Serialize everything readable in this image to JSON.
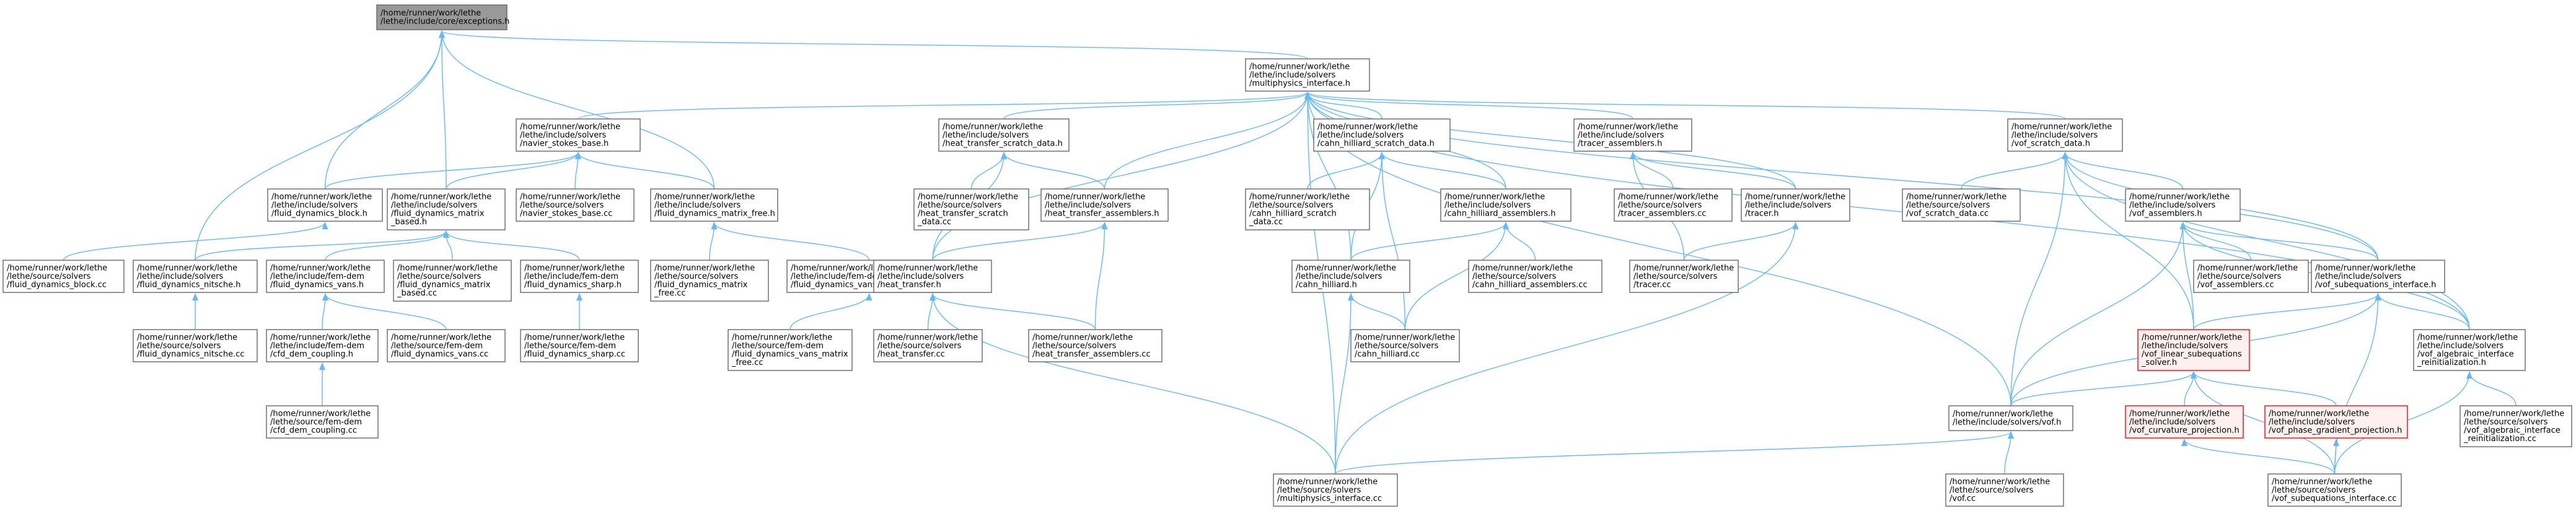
{
  "colors": {
    "edge": "#63b8ff",
    "node_border": "#666666",
    "node_fill": "#ffffff",
    "root_fill": "#999999",
    "root_border": "#666666",
    "flagged_border": "#ff0000",
    "flagged_fill": "#fff0f0",
    "text": "#000000"
  },
  "nodes": [
    {
      "id": "exceptions_h",
      "lines": [
        "/home/runner/work/lethe",
        "/lethe/include/core/exceptions.h"
      ],
      "style": "root"
    },
    {
      "id": "multiphysics_interface_h",
      "lines": [
        "/home/runner/work/lethe",
        "/lethe/include/solvers",
        "/multiphysics_interface.h"
      ]
    },
    {
      "id": "navier_stokes_base_h",
      "lines": [
        "/home/runner/work/lethe",
        "/lethe/include/solvers",
        "/navier_stokes_base.h"
      ]
    },
    {
      "id": "heat_transfer_scratch_data_h",
      "lines": [
        "/home/runner/work/lethe",
        "/lethe/include/solvers",
        "/heat_transfer_scratch_data.h"
      ]
    },
    {
      "id": "cahn_hilliard_scratch_data_h",
      "lines": [
        "/home/runner/work/lethe",
        "/lethe/include/solvers",
        "/cahn_hilliard_scratch_data.h"
      ]
    },
    {
      "id": "tracer_assemblers_h",
      "lines": [
        "/home/runner/work/lethe",
        "/lethe/include/solvers",
        "/tracer_assemblers.h"
      ]
    },
    {
      "id": "vof_scratch_data_h",
      "lines": [
        "/home/runner/work/lethe",
        "/lethe/include/solvers",
        "/vof_scratch_data.h"
      ]
    },
    {
      "id": "fluid_dynamics_block_h",
      "lines": [
        "/home/runner/work/lethe",
        "/lethe/include/solvers",
        "/fluid_dynamics_block.h"
      ]
    },
    {
      "id": "fluid_dynamics_matrix_based_h",
      "lines": [
        "/home/runner/work/lethe",
        "/lethe/include/solvers",
        "/fluid_dynamics_matrix",
        "_based.h"
      ]
    },
    {
      "id": "navier_stokes_base_cc",
      "lines": [
        "/home/runner/work/lethe",
        "/lethe/source/solvers",
        "/navier_stokes_base.cc"
      ]
    },
    {
      "id": "fluid_dynamics_matrix_free_h",
      "lines": [
        "/home/runner/work/lethe",
        "/lethe/include/solvers",
        "/fluid_dynamics_matrix_free.h"
      ]
    },
    {
      "id": "heat_transfer_scratch_data_cc",
      "lines": [
        "/home/runner/work/lethe",
        "/lethe/source/solvers",
        "/heat_transfer_scratch",
        "_data.cc"
      ]
    },
    {
      "id": "heat_transfer_assemblers_h",
      "lines": [
        "/home/runner/work/lethe",
        "/lethe/include/solvers",
        "/heat_transfer_assemblers.h"
      ]
    },
    {
      "id": "cahn_hilliard_scratch_data_cc",
      "lines": [
        "/home/runner/work/lethe",
        "/lethe/source/solvers",
        "/cahn_hilliard_scratch",
        "_data.cc"
      ]
    },
    {
      "id": "cahn_hilliard_assemblers_h",
      "lines": [
        "/home/runner/work/lethe",
        "/lethe/include/solvers",
        "/cahn_hilliard_assemblers.h"
      ]
    },
    {
      "id": "tracer_assemblers_cc",
      "lines": [
        "/home/runner/work/lethe",
        "/lethe/source/solvers",
        "/tracer_assemblers.cc"
      ]
    },
    {
      "id": "tracer_h",
      "lines": [
        "/home/runner/work/lethe",
        "/lethe/include/solvers",
        "/tracer.h"
      ]
    },
    {
      "id": "vof_scratch_data_cc",
      "lines": [
        "/home/runner/work/lethe",
        "/lethe/source/solvers",
        "/vof_scratch_data.cc"
      ]
    },
    {
      "id": "vof_assemblers_h",
      "lines": [
        "/home/runner/work/lethe",
        "/lethe/include/solvers",
        "/vof_assemblers.h"
      ]
    },
    {
      "id": "fluid_dynamics_block_cc",
      "lines": [
        "/home/runner/work/lethe",
        "/lethe/source/solvers",
        "/fluid_dynamics_block.cc"
      ]
    },
    {
      "id": "fluid_dynamics_nitsche_h",
      "lines": [
        "/home/runner/work/lethe",
        "/lethe/include/solvers",
        "/fluid_dynamics_nitsche.h"
      ]
    },
    {
      "id": "fluid_dynamics_vans_h",
      "lines": [
        "/home/runner/work/lethe",
        "/lethe/include/fem-dem",
        "/fluid_dynamics_vans.h"
      ]
    },
    {
      "id": "fluid_dynamics_matrix_based_cc",
      "lines": [
        "/home/runner/work/lethe",
        "/lethe/source/solvers",
        "/fluid_dynamics_matrix",
        "_based.cc"
      ]
    },
    {
      "id": "fluid_dynamics_sharp_h",
      "lines": [
        "/home/runner/work/lethe",
        "/lethe/include/fem-dem",
        "/fluid_dynamics_sharp.h"
      ]
    },
    {
      "id": "fluid_dynamics_matrix_free_cc",
      "lines": [
        "/home/runner/work/lethe",
        "/lethe/source/solvers",
        "/fluid_dynamics_matrix",
        "_free.cc"
      ]
    },
    {
      "id": "fluid_dynamics_vans_matrix_free_h",
      "lines": [
        "/home/runner/work/lethe",
        "/lethe/include/fem-dem",
        "/fluid_dynamics_vans_matrix_free.h"
      ]
    },
    {
      "id": "heat_transfer_h",
      "lines": [
        "/home/runner/work/lethe",
        "/lethe/include/solvers",
        "/heat_transfer.h"
      ]
    },
    {
      "id": "cahn_hilliard_h",
      "lines": [
        "/home/runner/work/lethe",
        "/lethe/include/solvers",
        "/cahn_hilliard.h"
      ]
    },
    {
      "id": "cahn_hilliard_assemblers_cc",
      "lines": [
        "/home/runner/work/lethe",
        "/lethe/source/solvers",
        "/cahn_hilliard_assemblers.cc"
      ]
    },
    {
      "id": "tracer_cc",
      "lines": [
        "/home/runner/work/lethe",
        "/lethe/source/solvers",
        "/tracer.cc"
      ]
    },
    {
      "id": "vof_assemblers_cc",
      "lines": [
        "/home/runner/work/lethe",
        "/lethe/source/solvers",
        "/vof_assemblers.cc"
      ]
    },
    {
      "id": "vof_subequations_interface_h",
      "lines": [
        "/home/runner/work/lethe",
        "/lethe/include/solvers",
        "/vof_subequations_interface.h"
      ]
    },
    {
      "id": "fluid_dynamics_nitsche_cc",
      "lines": [
        "/home/runner/work/lethe",
        "/lethe/source/solvers",
        "/fluid_dynamics_nitsche.cc"
      ]
    },
    {
      "id": "cfd_dem_coupling_h",
      "lines": [
        "/home/runner/work/lethe",
        "/lethe/include/fem-dem",
        "/cfd_dem_coupling.h"
      ]
    },
    {
      "id": "fluid_dynamics_vans_cc",
      "lines": [
        "/home/runner/work/lethe",
        "/lethe/source/fem-dem",
        "/fluid_dynamics_vans.cc"
      ]
    },
    {
      "id": "fluid_dynamics_sharp_cc",
      "lines": [
        "/home/runner/work/lethe",
        "/lethe/source/fem-dem",
        "/fluid_dynamics_sharp.cc"
      ]
    },
    {
      "id": "fluid_dynamics_vans_matrix_free_cc",
      "lines": [
        "/home/runner/work/lethe",
        "/lethe/source/fem-dem",
        "/fluid_dynamics_vans_matrix",
        "_free.cc"
      ]
    },
    {
      "id": "heat_transfer_cc",
      "lines": [
        "/home/runner/work/lethe",
        "/lethe/source/solvers",
        "/heat_transfer.cc"
      ]
    },
    {
      "id": "heat_transfer_assemblers_cc",
      "lines": [
        "/home/runner/work/lethe",
        "/lethe/source/solvers",
        "/heat_transfer_assemblers.cc"
      ]
    },
    {
      "id": "cahn_hilliard_cc",
      "lines": [
        "/home/runner/work/lethe",
        "/lethe/source/solvers",
        "/cahn_hilliard.cc"
      ]
    },
    {
      "id": "vof_linear_subequations_solver_h",
      "lines": [
        "/home/runner/work/lethe",
        "/lethe/include/solvers",
        "/vof_linear_subequations",
        "_solver.h"
      ],
      "style": "flagged"
    },
    {
      "id": "vof_algebraic_interface_reinitialization_h",
      "lines": [
        "/home/runner/work/lethe",
        "/lethe/include/solvers",
        "/vof_algebraic_interface",
        "_reinitialization.h"
      ]
    },
    {
      "id": "cfd_dem_coupling_cc",
      "lines": [
        "/home/runner/work/lethe",
        "/lethe/source/fem-dem",
        "/cfd_dem_coupling.cc"
      ]
    },
    {
      "id": "vof_curvature_projection_h",
      "lines": [
        "/home/runner/work/lethe",
        "/lethe/include/solvers",
        "/vof_curvature_projection.h"
      ],
      "style": "flagged"
    },
    {
      "id": "vof_phase_gradient_projection_h",
      "lines": [
        "/home/runner/work/lethe",
        "/lethe/include/solvers",
        "/vof_phase_gradient_projection.h"
      ],
      "style": "flagged"
    },
    {
      "id": "vof_h",
      "lines": [
        "/home/runner/work/lethe",
        "/lethe/include/solvers/vof.h"
      ]
    },
    {
      "id": "vof_algebraic_interface_reinitialization_cc",
      "lines": [
        "/home/runner/work/lethe",
        "/lethe/source/solvers",
        "/vof_algebraic_interface",
        "_reinitialization.cc"
      ]
    },
    {
      "id": "multiphysics_interface_cc",
      "lines": [
        "/home/runner/work/lethe",
        "/lethe/source/solvers",
        "/multiphysics_interface.cc"
      ]
    },
    {
      "id": "vof_cc",
      "lines": [
        "/home/runner/work/lethe",
        "/lethe/source/solvers",
        "/vof.cc"
      ]
    },
    {
      "id": "vof_subequations_interface_cc",
      "lines": [
        "/home/runner/work/lethe",
        "/lethe/source/solvers",
        "/vof_subequations_interface.cc"
      ]
    }
  ],
  "edges": [
    [
      "multiphysics_interface_h",
      "exceptions_h"
    ],
    [
      "fluid_dynamics_block_h",
      "exceptions_h"
    ],
    [
      "fluid_dynamics_matrix_based_h",
      "exceptions_h"
    ],
    [
      "fluid_dynamics_matrix_free_h",
      "exceptions_h"
    ],
    [
      "fluid_dynamics_nitsche_h",
      "exceptions_h"
    ],
    [
      "navier_stokes_base_h",
      "multiphysics_interface_h"
    ],
    [
      "heat_transfer_scratch_data_h",
      "multiphysics_interface_h"
    ],
    [
      "cahn_hilliard_scratch_data_h",
      "multiphysics_interface_h"
    ],
    [
      "tracer_assemblers_h",
      "multiphysics_interface_h"
    ],
    [
      "vof_scratch_data_h",
      "multiphysics_interface_h"
    ],
    [
      "heat_transfer_assemblers_h",
      "multiphysics_interface_h"
    ],
    [
      "cahn_hilliard_assemblers_h",
      "multiphysics_interface_h"
    ],
    [
      "tracer_h",
      "multiphysics_interface_h"
    ],
    [
      "heat_transfer_h",
      "multiphysics_interface_h"
    ],
    [
      "cahn_hilliard_h",
      "multiphysics_interface_h"
    ],
    [
      "vof_subequations_interface_h",
      "multiphysics_interface_h"
    ],
    [
      "vof_algebraic_interface_reinitialization_h",
      "multiphysics_interface_h"
    ],
    [
      "vof_h",
      "multiphysics_interface_h"
    ],
    [
      "multiphysics_interface_cc",
      "multiphysics_interface_h"
    ],
    [
      "fluid_dynamics_block_h",
      "navier_stokes_base_h"
    ],
    [
      "fluid_dynamics_matrix_based_h",
      "navier_stokes_base_h"
    ],
    [
      "navier_stokes_base_cc",
      "navier_stokes_base_h"
    ],
    [
      "fluid_dynamics_matrix_free_h",
      "navier_stokes_base_h"
    ],
    [
      "heat_transfer_scratch_data_cc",
      "heat_transfer_scratch_data_h"
    ],
    [
      "heat_transfer_assemblers_h",
      "heat_transfer_scratch_data_h"
    ],
    [
      "heat_transfer_h",
      "heat_transfer_scratch_data_h"
    ],
    [
      "cahn_hilliard_scratch_data_cc",
      "cahn_hilliard_scratch_data_h"
    ],
    [
      "cahn_hilliard_assemblers_h",
      "cahn_hilliard_scratch_data_h"
    ],
    [
      "cahn_hilliard_h",
      "cahn_hilliard_scratch_data_h"
    ],
    [
      "cahn_hilliard_cc",
      "cahn_hilliard_scratch_data_h"
    ],
    [
      "tracer_assemblers_cc",
      "tracer_assemblers_h"
    ],
    [
      "tracer_h",
      "tracer_assemblers_h"
    ],
    [
      "tracer_cc",
      "tracer_assemblers_h"
    ],
    [
      "vof_scratch_data_cc",
      "vof_scratch_data_h"
    ],
    [
      "vof_assemblers_h",
      "vof_scratch_data_h"
    ],
    [
      "vof_subequations_interface_h",
      "vof_scratch_data_h"
    ],
    [
      "vof_linear_subequations_solver_h",
      "vof_scratch_data_h"
    ],
    [
      "vof_algebraic_interface_reinitialization_h",
      "vof_scratch_data_h"
    ],
    [
      "vof_h",
      "vof_scratch_data_h"
    ],
    [
      "fluid_dynamics_block_cc",
      "fluid_dynamics_block_h"
    ],
    [
      "fluid_dynamics_nitsche_h",
      "fluid_dynamics_matrix_based_h"
    ],
    [
      "fluid_dynamics_vans_h",
      "fluid_dynamics_matrix_based_h"
    ],
    [
      "fluid_dynamics_matrix_based_cc",
      "fluid_dynamics_matrix_based_h"
    ],
    [
      "fluid_dynamics_sharp_h",
      "fluid_dynamics_matrix_based_h"
    ],
    [
      "fluid_dynamics_matrix_free_cc",
      "fluid_dynamics_matrix_free_h"
    ],
    [
      "fluid_dynamics_vans_matrix_free_h",
      "fluid_dynamics_matrix_free_h"
    ],
    [
      "heat_transfer_h",
      "heat_transfer_assemblers_h"
    ],
    [
      "heat_transfer_assemblers_cc",
      "heat_transfer_assemblers_h"
    ],
    [
      "cahn_hilliard_h",
      "cahn_hilliard_assemblers_h"
    ],
    [
      "cahn_hilliard_assemblers_cc",
      "cahn_hilliard_assemblers_h"
    ],
    [
      "cahn_hilliard_cc",
      "cahn_hilliard_assemblers_h"
    ],
    [
      "tracer_cc",
      "tracer_h"
    ],
    [
      "multiphysics_interface_cc",
      "tracer_h"
    ],
    [
      "vof_assemblers_cc",
      "vof_assemblers_h"
    ],
    [
      "vof_subequations_interface_h",
      "vof_assemblers_h"
    ],
    [
      "vof_linear_subequations_solver_h",
      "vof_assemblers_h"
    ],
    [
      "vof_algebraic_interface_reinitialization_h",
      "vof_assemblers_h"
    ],
    [
      "vof_h",
      "vof_assemblers_h"
    ],
    [
      "fluid_dynamics_nitsche_cc",
      "fluid_dynamics_nitsche_h"
    ],
    [
      "cfd_dem_coupling_h",
      "fluid_dynamics_vans_h"
    ],
    [
      "fluid_dynamics_vans_cc",
      "fluid_dynamics_vans_h"
    ],
    [
      "fluid_dynamics_sharp_cc",
      "fluid_dynamics_sharp_h"
    ],
    [
      "fluid_dynamics_vans_matrix_free_cc",
      "fluid_dynamics_vans_matrix_free_h"
    ],
    [
      "heat_transfer_cc",
      "heat_transfer_h"
    ],
    [
      "heat_transfer_assemblers_cc",
      "heat_transfer_h"
    ],
    [
      "multiphysics_interface_cc",
      "heat_transfer_h"
    ],
    [
      "cahn_hilliard_cc",
      "cahn_hilliard_h"
    ],
    [
      "multiphysics_interface_cc",
      "cahn_hilliard_h"
    ],
    [
      "vof_linear_subequations_solver_h",
      "vof_subequations_interface_h"
    ],
    [
      "vof_algebraic_interface_reinitialization_h",
      "vof_subequations_interface_h"
    ],
    [
      "vof_h",
      "vof_subequations_interface_h"
    ],
    [
      "vof_subequations_interface_cc",
      "vof_subequations_interface_h"
    ],
    [
      "cfd_dem_coupling_cc",
      "cfd_dem_coupling_h"
    ],
    [
      "vof_curvature_projection_h",
      "vof_linear_subequations_solver_h"
    ],
    [
      "vof_phase_gradient_projection_h",
      "vof_linear_subequations_solver_h"
    ],
    [
      "vof_h",
      "vof_linear_subequations_solver_h"
    ],
    [
      "vof_subequations_interface_cc",
      "vof_linear_subequations_solver_h"
    ],
    [
      "vof_algebraic_interface_reinitialization_cc",
      "vof_algebraic_interface_reinitialization_h"
    ],
    [
      "vof_subequations_interface_cc",
      "vof_algebraic_interface_reinitialization_h"
    ],
    [
      "vof_subequations_interface_cc",
      "vof_curvature_projection_h"
    ],
    [
      "vof_subequations_interface_cc",
      "vof_phase_gradient_projection_h"
    ],
    [
      "multiphysics_interface_cc",
      "vof_h"
    ],
    [
      "vof_cc",
      "vof_h"
    ]
  ]
}
